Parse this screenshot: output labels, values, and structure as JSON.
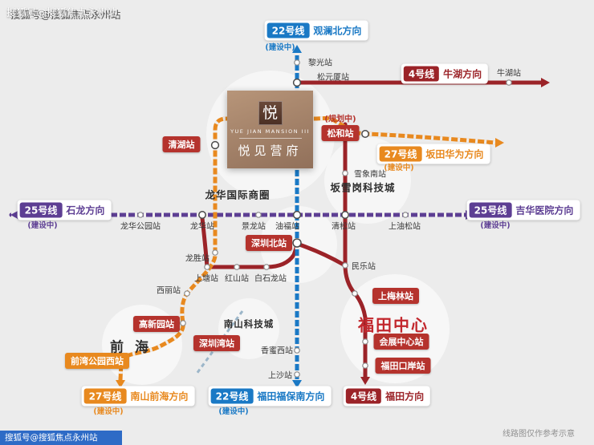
{
  "watermarks": {
    "top": "搜狐号@搜狐焦点永州站",
    "bottom": "搜狐号@搜狐焦点永州站"
  },
  "note": "线路图仅作参考示意",
  "logo": {
    "emblem": "悦",
    "en": "YUE JIAN MANSION III",
    "name": "悦见营府"
  },
  "areas": {
    "longhua_biz": "龙华国际商圈",
    "banxuegang": "坂雪岗科技城",
    "nanshan": "南山科技城",
    "qianhai": "前 海",
    "futian": "福田中心"
  },
  "termini": {
    "l22_north": {
      "line": "22号线",
      "dir": "观澜北方向",
      "status": "(建设中)"
    },
    "l4_north": {
      "line": "4号线",
      "dir": "牛湖方向",
      "status": ""
    },
    "l27_east": {
      "line": "27号线",
      "dir": "坂田华为方向",
      "status": "(建设中)"
    },
    "l25_west": {
      "line": "25号线",
      "dir": "石龙方向",
      "status": "(建设中)"
    },
    "l25_east": {
      "line": "25号线",
      "dir": "吉华医院方向",
      "status": "(建设中)"
    },
    "l27_south": {
      "line": "27号线",
      "dir": "南山前海方向",
      "status": "(建设中)"
    },
    "l22_south": {
      "line": "22号线",
      "dir": "福田福保南方向",
      "status": "(建设中)"
    },
    "l4_south": {
      "line": "4号线",
      "dir": "福田方向",
      "status": ""
    }
  },
  "stations": {
    "qinghu": "清湖站",
    "songhe": "松和站",
    "songhe_planned": "(规划中)",
    "shenzhenbei": "深圳北站",
    "gaoxinyuan": "高新园站",
    "shenzhenwan": "深圳湾站",
    "shangmeilin": "上梅林站",
    "huizhan": "会展中心站",
    "futiankouan": "福田口岸站",
    "qianwan": "前湾公园西站",
    "liguang": "黎光站",
    "songyuanxia": "松元厦站",
    "niuhu": "牛湖站",
    "xuexiangnan": "雪象南站",
    "minle": "民乐站",
    "shangtang": "上塘站",
    "hongshan": "红山站",
    "baishilong": "白石龙站",
    "longsheng": "龙胜站",
    "xili": "西丽站",
    "xiangmixi": "香蜜西站",
    "shangsha": "上沙站",
    "longhuagongyuan": "龙华公园站",
    "longhua": "龙华站",
    "jinglong": "景龙站",
    "youfu": "油福站",
    "qingsong": "清松站",
    "shangyousong": "上油松站"
  },
  "colors": {
    "line22": "#1a79c5",
    "line4": "#9b2328",
    "line25": "#5d3e93",
    "line27": "#e8891f",
    "station_red": "#b5332d",
    "futian_red": "#c2272d",
    "sohu_blue": "#2e6bc6",
    "bg": "#ececec"
  }
}
